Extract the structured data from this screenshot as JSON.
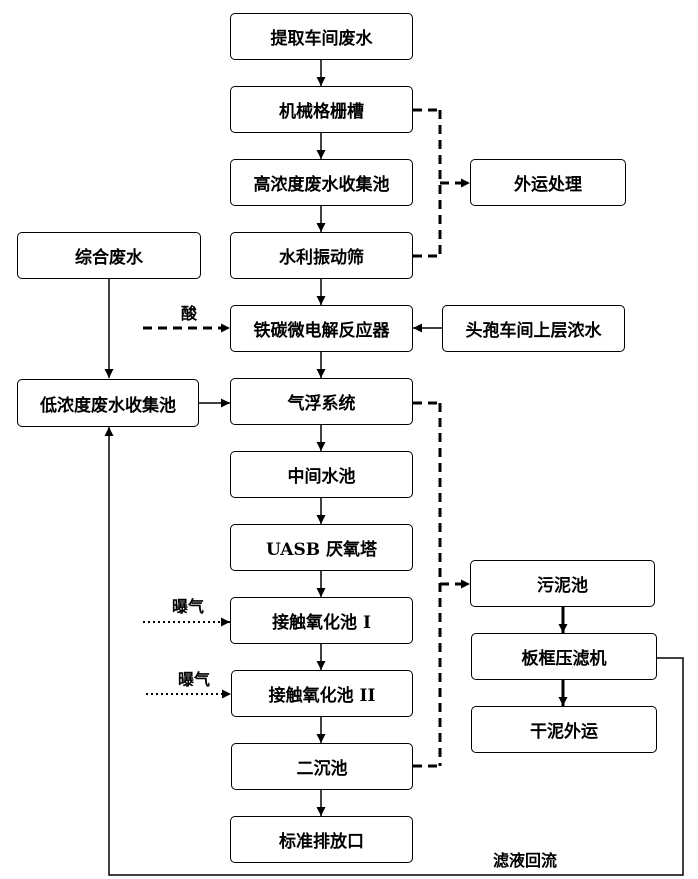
{
  "nodes": {
    "extract": "提取车间废水",
    "grating": "机械格栅槽",
    "high_tank": "高浓度废水收集池",
    "screen": "水利振动筛",
    "reactor": "铁碳微电解反应器",
    "flotation": "气浮系统",
    "mid_tank": "中间水池",
    "uasb": "UASB 厌氧塔",
    "contact1": "接触氧化池 I",
    "contact2": "接触氧化池 II",
    "clarifier": "二沉池",
    "outlet": "标准排放口",
    "mixed": "综合废水",
    "low_tank": "低浓度废水收集池",
    "offsite": "外运处理",
    "concentrate": "头孢车间上层浓水",
    "sludge_tank": "污泥池",
    "filter_press": "板框压滤机",
    "dry_sludge": "干泥外运"
  },
  "labels": {
    "acid": "酸",
    "aeration1": "曝气",
    "aeration2": "曝气",
    "filtrate_return": "滤液回流"
  }
}
